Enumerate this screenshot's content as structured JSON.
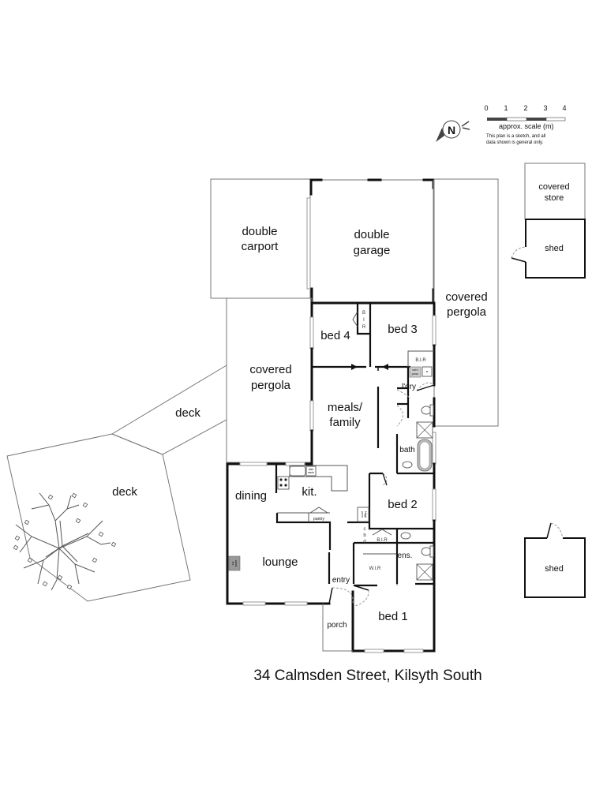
{
  "plan": {
    "address": "34 Calmsden Street, Kilsyth South",
    "compass": {
      "icon": "north-arrow-icon",
      "label": "N"
    },
    "scale": {
      "ticks": [
        "0",
        "1",
        "2",
        "3",
        "4"
      ],
      "label": "approx. scale (m)",
      "disclaimer_line1": "This plan is a sketch, and all",
      "disclaimer_line2": "data shown is general only."
    },
    "rooms": {
      "double_carport": [
        "double",
        "carport"
      ],
      "double_garage": [
        "double",
        "garage"
      ],
      "covered_pergola_right": [
        "covered",
        "pergola"
      ],
      "covered_pergola_left": [
        "covered",
        "pergola"
      ],
      "covered_store": [
        "covered",
        "store"
      ],
      "shed_top": "shed",
      "shed_bottom": "shed",
      "bed4": "bed 4",
      "bed3": "bed 3",
      "bed2": "bed 2",
      "bed1": "bed 1",
      "meals_family": [
        "meals/",
        "family"
      ],
      "laundry": "l'dry",
      "bath": "bath",
      "dining": "dining",
      "kitchen": "kit.",
      "lounge": "lounge",
      "entry": "entry",
      "porch": "porch",
      "ensuite": "ens.",
      "deck_upper": "deck",
      "deck_lower": "deck"
    },
    "fixtures": {
      "bir_bed4": [
        "B",
        "I",
        "R"
      ],
      "bir_bed3": "B.I.R",
      "bir_bed2": "B.I.R",
      "wir": "W.I.R",
      "pantry": "pantry",
      "fridge_posn": [
        "fridge",
        "posn"
      ],
      "cbd": [
        "c",
        "b",
        "d"
      ],
      "wm_posn": [
        "w/m",
        "posn"
      ],
      "dish_wash": [
        "dish",
        "wash"
      ],
      "wood_fire": [
        "wood",
        "fire"
      ]
    }
  }
}
